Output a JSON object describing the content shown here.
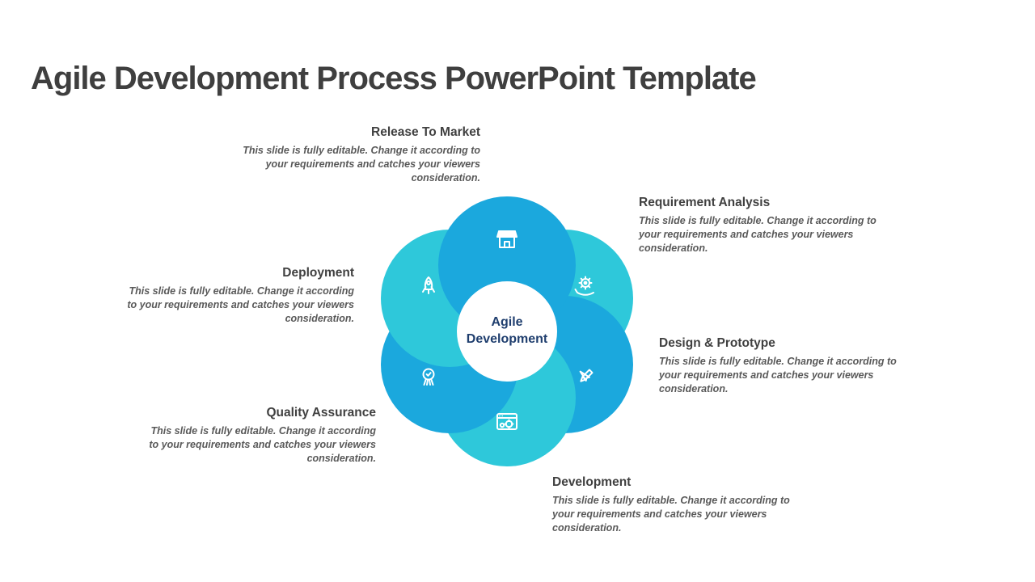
{
  "slide": {
    "title": "Agile Development Process PowerPoint Template"
  },
  "center": {
    "label": "Agile Development"
  },
  "steps": [
    {
      "title": "Release To Market",
      "description": "This slide is fully editable. Change it according to your requirements and catches your viewers consideration.",
      "icon": "storefront-icon",
      "petal_color": "#1BA8DD",
      "position": "top"
    },
    {
      "title": "Requirement Analysis",
      "description": "This slide is fully editable. Change it according to your requirements and catches your viewers consideration.",
      "icon": "hand-gear-icon",
      "petal_color": "#2EC8DA",
      "position": "top-right"
    },
    {
      "title": "Design & Prototype",
      "description": "This slide is fully editable. Change it according to your requirements and catches your viewers consideration.",
      "icon": "pencil-rocket-icon",
      "petal_color": "#1BA8DD",
      "position": "bottom-right"
    },
    {
      "title": "Development",
      "description": "This slide is fully editable. Change it according to your requirements and catches your viewers consideration.",
      "icon": "browser-gear-icon",
      "petal_color": "#2EC8DA",
      "position": "bottom"
    },
    {
      "title": "Quality Assurance",
      "description": "This slide is fully editable. Change it according to your requirements and catches your viewers consideration.",
      "icon": "medal-check-icon",
      "petal_color": "#1BA8DD",
      "position": "bottom-left"
    },
    {
      "title": "Deployment",
      "description": "This slide is fully editable. Change it according to your requirements and catches your viewers consideration.",
      "icon": "rocket-icon",
      "petal_color": "#2EC8DA",
      "position": "top-left"
    }
  ],
  "colors": {
    "petal_blue": "#1BA8DD",
    "petal_teal": "#2EC8DA",
    "slide_title_text": "#3F3F3F",
    "step_title_text": "#404040",
    "step_desc_text": "#595959",
    "center_text": "#1F3E6E",
    "icon": "#FFFFFF",
    "background": "#FFFFFF"
  }
}
